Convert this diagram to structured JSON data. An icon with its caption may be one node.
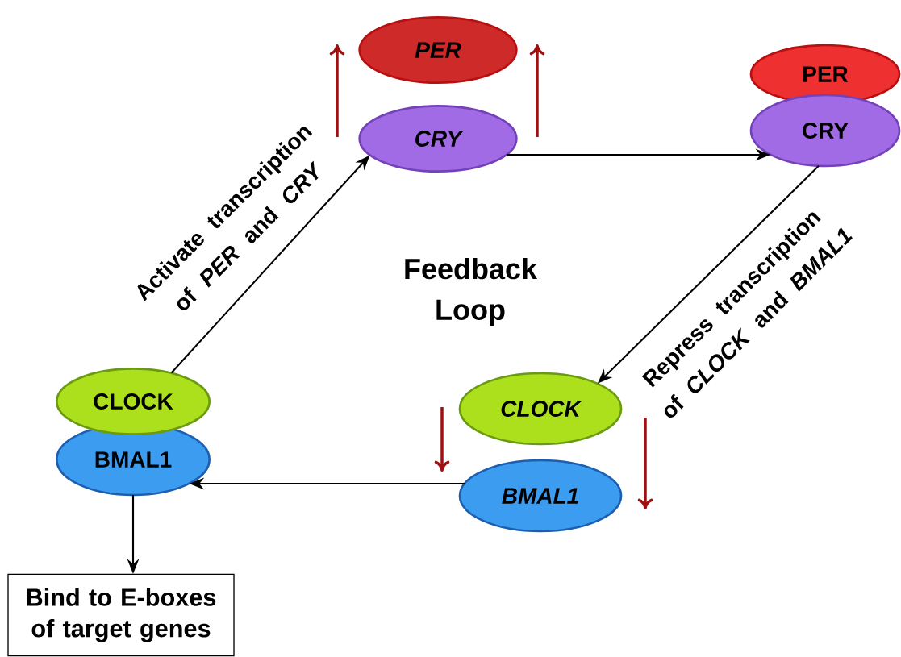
{
  "diagram": {
    "nodes": [
      {
        "text": [
          "PER"
        ]
      },
      {
        "text": [
          "CRY"
        ]
      },
      {
        "text": [
          "PER"
        ]
      },
      {
        "text": [
          "CRY"
        ]
      },
      {
        "text": [
          "CLOCK"
        ]
      },
      {
        "text": [
          "BMAL1"
        ]
      },
      {
        "text": [
          "CLOCK"
        ]
      },
      {
        "text": [
          "BMAL1"
        ]
      },
      {
        "text": [
          "Bind to E-boxes of target genes"
        ]
      }
    ],
    "edges": [
      {
        "from": 1,
        "to": 3,
        "arrow": "to"
      },
      {
        "from": 3,
        "to": 4,
        "arrow": "to",
        "label": "Repress transcription of *CLOCK* and *BMAL1*"
      },
      {
        "from": 5,
        "to": 7,
        "arrow": "to"
      },
      {
        "from": 6,
        "to": 1,
        "arrow": "to",
        "label": "Activate transcription of *PER* and *CRY*"
      },
      {
        "from": 7,
        "to": 8,
        "arrow": "to"
      }
    ],
    "labels": [
      "Feedback Loop"
    ]
  }
}
